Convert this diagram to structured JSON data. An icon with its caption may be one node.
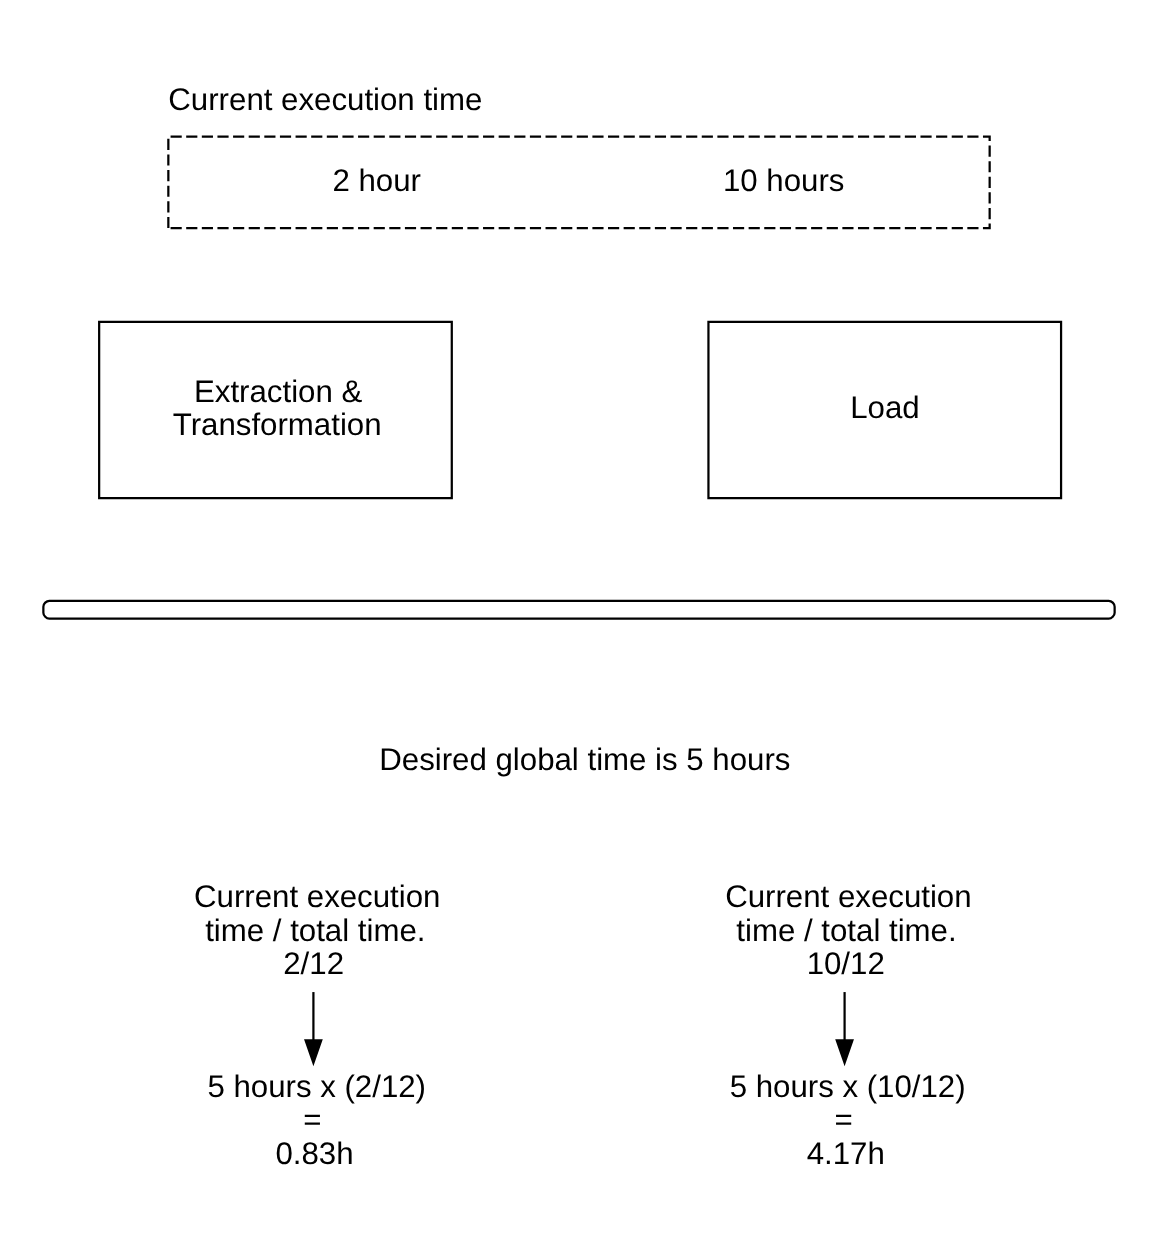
{
  "diagram": {
    "nodes": [
      {
        "text": [
          "Current execution time",
          "2 hour",
          "10 hours"
        ]
      },
      {
        "text": [
          "Extraction & Transformation"
        ]
      },
      {
        "text": [
          "Load"
        ]
      },
      {
        "text": [
          "Current execution time / total time.",
          "2/12"
        ]
      },
      {
        "text": [
          "5 hours x (2/12)",
          "=",
          "0.83h"
        ]
      },
      {
        "text": [
          "Current execution time / total time.",
          "10/12"
        ]
      },
      {
        "text": [
          "5 hours x (10/12)",
          "=",
          "4.17h"
        ]
      }
    ],
    "edges": [
      {
        "from": 3,
        "to": 4,
        "arrow": "to"
      },
      {
        "from": 5,
        "to": 6,
        "arrow": "to"
      }
    ],
    "labels": [
      "Desired global time is 5 hours"
    ]
  }
}
